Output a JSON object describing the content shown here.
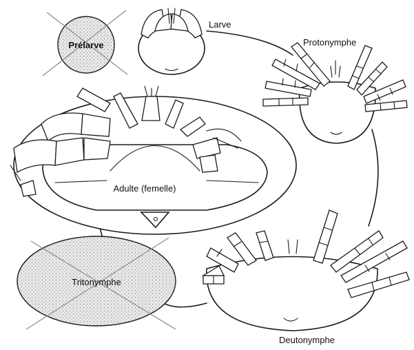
{
  "stages": {
    "prelarve": {
      "label": "Prélarve",
      "crossed": true,
      "icon": "crossed-circle"
    },
    "larve": {
      "label": "Larve"
    },
    "protonymphe": {
      "label": "Protonymphe"
    },
    "adulte": {
      "label": "Adulte (femelle)"
    },
    "tritonymphe": {
      "label": "Tritonymphe",
      "crossed": true,
      "icon": "crossed-ellipse"
    },
    "deutonymphe": {
      "label": "Deutonymphe"
    }
  },
  "colors": {
    "line": "#1a1a1a",
    "stipple": "#9a9a9a",
    "background": "#ffffff"
  }
}
